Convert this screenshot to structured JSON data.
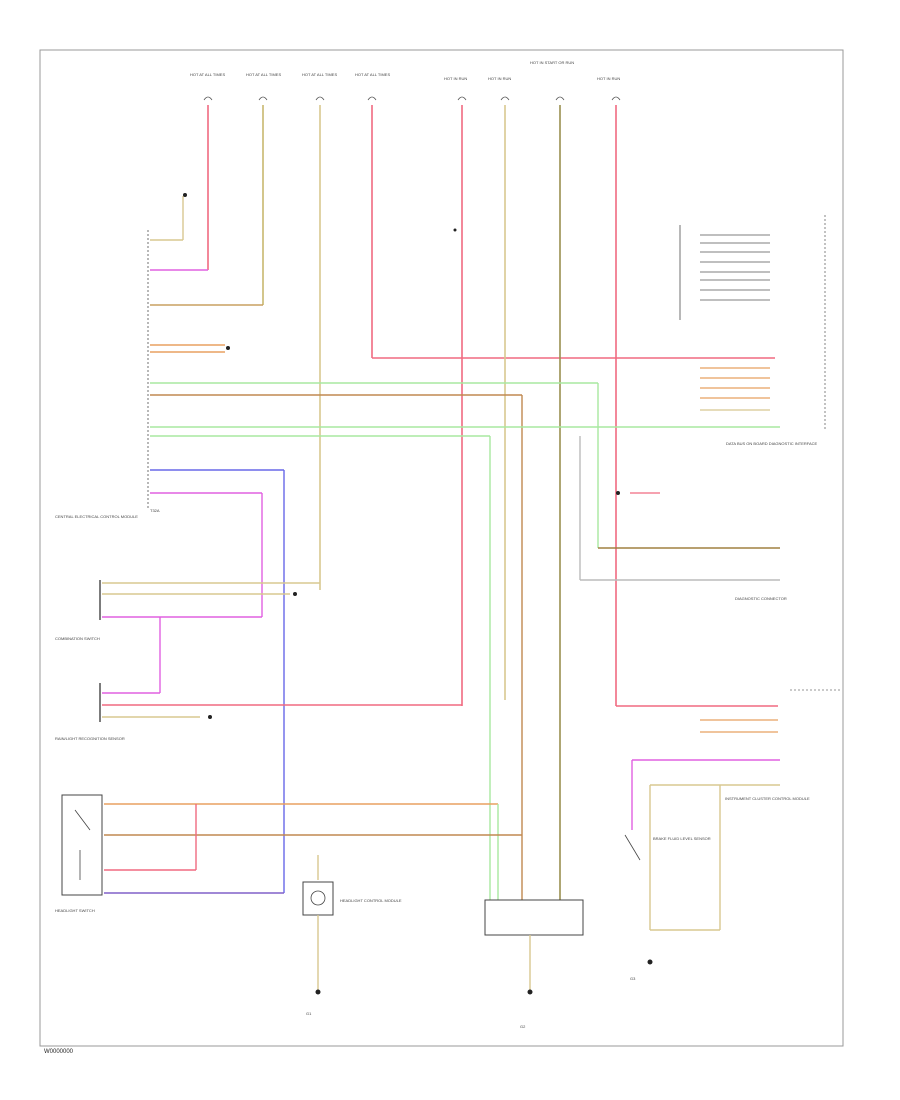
{
  "diagram": {
    "footer_code": "W0000000",
    "fuse_labels": [
      "HOT AT ALL TIMES",
      "HOT AT ALL TIMES",
      "HOT AT ALL TIMES",
      "HOT AT ALL TIMES",
      "HOT IN RUN",
      "HOT IN RUN",
      "HOT IN START OR RUN",
      "HOT IN RUN"
    ],
    "components": {
      "headlight_switch": "HEADLIGHT SWITCH",
      "central_ecm": "CENTRAL ELECTRICAL CONTROL MODULE",
      "combination_switch": "COMBINATION SWITCH",
      "ambient_sensor": "RAIN/LIGHT RECOGNITION SENSOR",
      "headlamp_control": "HEADLIGHT CONTROL MODULE",
      "grounds_left": "G1",
      "grounds_mid": "G2",
      "grounds_right": "G3",
      "instrument_cluster": "INSTRUMENT CLUSTER CONTROL MODULE",
      "diag_connector": "DIAGNOSTIC CONNECTOR",
      "gateway": "DATA BUS ON BOARD DIAGNOSTIC INTERFACE",
      "brake_level": "BRAKE FLUID LEVEL SENSOR"
    },
    "connector_tag": "T32A"
  },
  "colors": {
    "red": "#f06a80",
    "pink": "#f090a0",
    "tan": "#c8b870",
    "olive": "#9a9050",
    "orange": "#e8a060",
    "green": "#a8e8a0",
    "green_dark": "#70c878",
    "magenta": "#e060e0",
    "blue": "#6868e8",
    "purple": "#8060c8",
    "brown": "#a07848",
    "black": "#222222",
    "gray": "#999999"
  }
}
